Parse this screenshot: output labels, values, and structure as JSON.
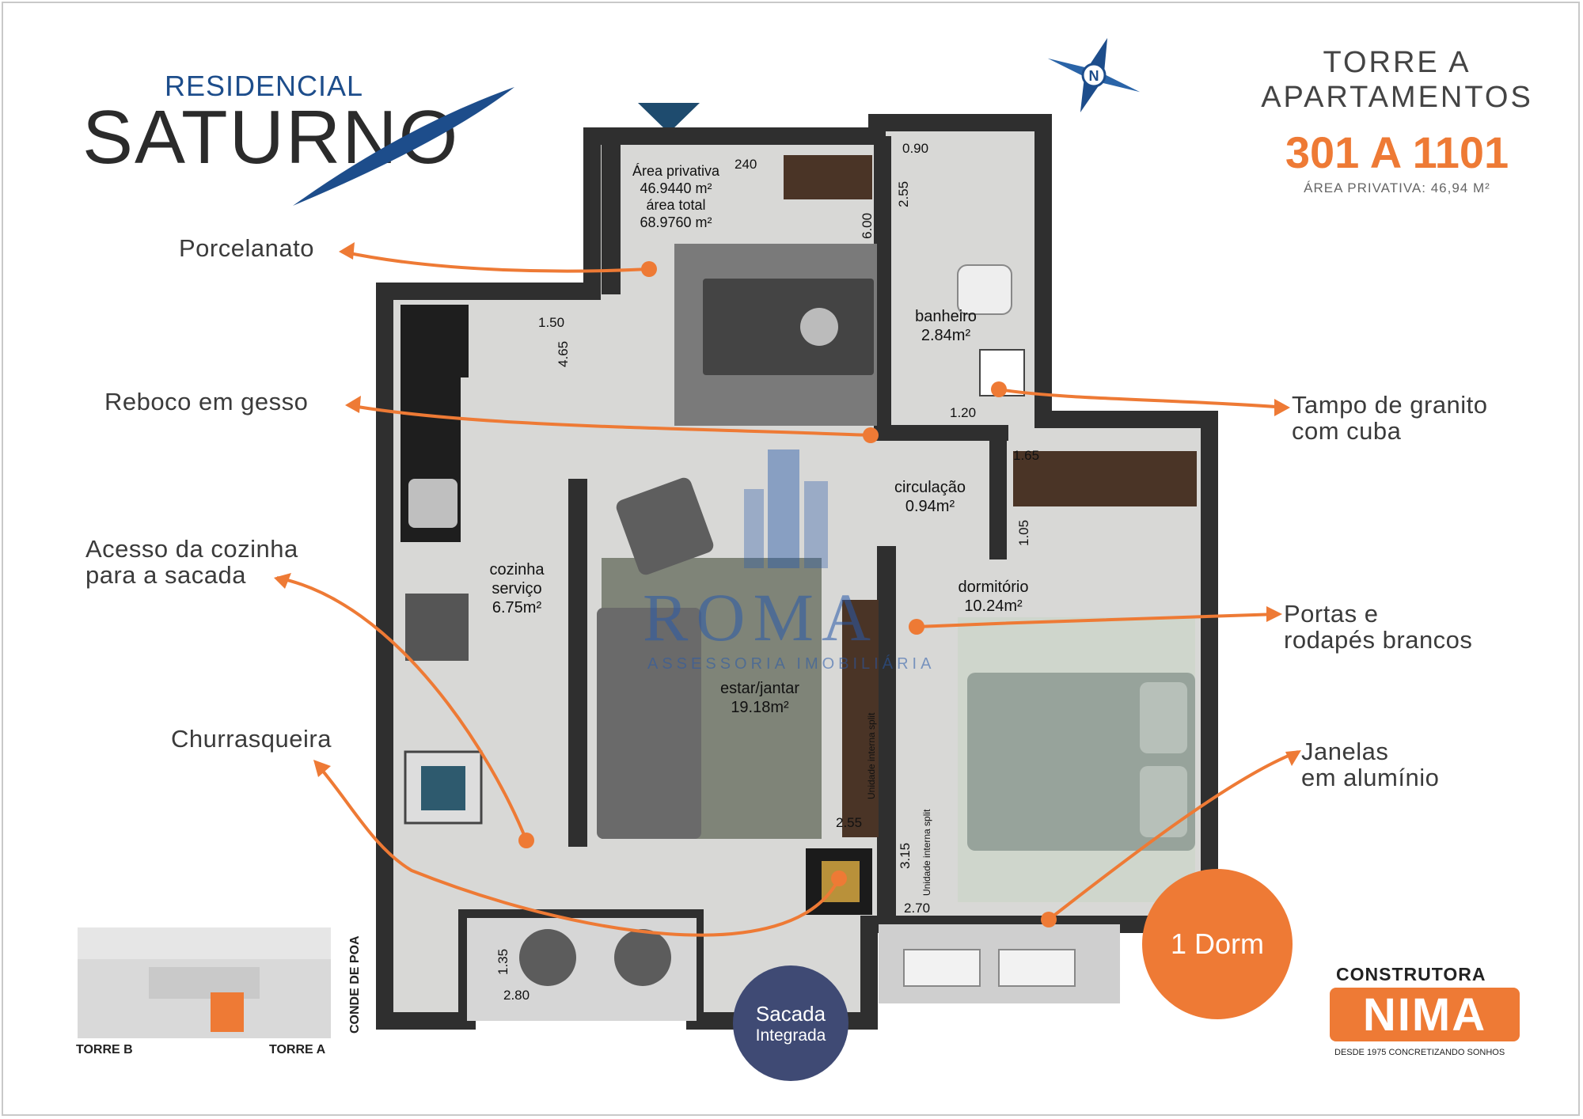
{
  "brand": {
    "top": "RESIDENCIAL",
    "name": "SATURNO"
  },
  "tower": {
    "title": "TORRE A",
    "subtitle": "APARTAMENTOS",
    "units": "301 A 1101",
    "area_private": "ÁREA PRIVATIVA: 46,94 M²"
  },
  "compass": {
    "letter": "N",
    "icon": "compass-rose-icon"
  },
  "features": [
    {
      "id": "porcelanato",
      "text": "Porcelanato"
    },
    {
      "id": "reboco",
      "text": "Reboco em gesso"
    },
    {
      "id": "acesso",
      "text": "Acesso da cozinha\npara a sacada"
    },
    {
      "id": "churrasqueira",
      "text": "Churrasqueira"
    },
    {
      "id": "tampo",
      "text": "Tampo de granito\ncom cuba"
    },
    {
      "id": "portas",
      "text": "Portas e\nrodapés brancos"
    },
    {
      "id": "janelas",
      "text": "Janelas\nem alumínio"
    }
  ],
  "rooms": {
    "area_block": "Área privativa\n46.9440 m²\nárea total\n68.9760 m²",
    "banheiro": "banheiro\n2.84m²",
    "circulacao": "circulação\n0.94m²",
    "cozinha": "cozinha\nserviço\n6.75m²",
    "estar": "estar/jantar\n19.18m²",
    "dormitorio": "dormitório\n10.24m²"
  },
  "dimensions": [
    "240",
    "0.90",
    "2.55",
    "6.00",
    "1.50",
    "4.65",
    "1.20",
    "1.65",
    "1.05",
    "2.55",
    "3.15",
    "2.70",
    "1.35",
    "2.80"
  ],
  "split_labels": [
    "Unidade interna split",
    "Unidade interna split"
  ],
  "badges": {
    "sacada_line1": "Sacada",
    "sacada_line2": "Integrada",
    "dorm": "1 Dorm"
  },
  "site_plan": {
    "street": "CONDE DE POA",
    "tower_b": "TORRE B",
    "tower_a": "TORRE A"
  },
  "builder": {
    "top": "CONSTRUTORA",
    "name": "NIMA",
    "tagline": "DESDE 1975 CONCRETIZANDO SONHOS"
  },
  "watermark": {
    "name": "ROMA",
    "sub": "ASSESSORIA IMOBILIÁRIA"
  },
  "colors": {
    "accent": "#ee7a35",
    "brand_blue": "#1d4d8b",
    "sacada": "#3f4a74",
    "wall": "#2f2f2f",
    "floor": "#dcdcdc"
  }
}
